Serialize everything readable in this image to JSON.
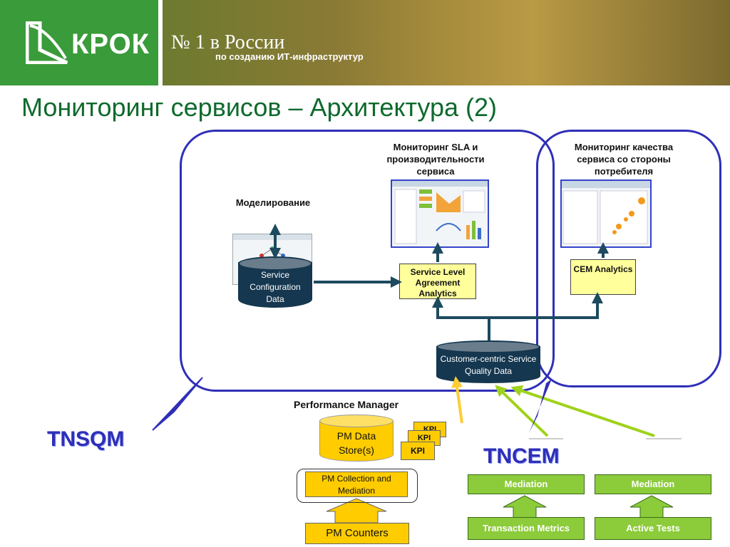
{
  "header": {
    "logo_text": "КРОК",
    "rank_line": "№ 1 в России",
    "rank_subline": "по созданию ИТ-инфраструктур"
  },
  "slide": {
    "title": "Мониторинг сервисов – Архитектура (2)"
  },
  "diagram": {
    "modeling_label": "Моделирование",
    "sla_monitoring_label": "Мониторинг SLA и производительности сервиса",
    "cem_monitoring_label": "Мониторинг качества сервиса со стороны потребителя",
    "service_config_data": "Service Configuration Data",
    "sla_analytics": "Service Level Agreement Analytics",
    "cem_analytics": "CEM Analytics",
    "customer_centric_data": "Customer-centric Service Quality Data",
    "performance_manager_label": "Performance Manager",
    "pm_data_store": "PM Data Store(s)",
    "kpi_labels": [
      "KPI",
      "KPI",
      "KPI"
    ],
    "pm_collection": "PM Collection and Mediation",
    "pm_counters": "PM Counters",
    "tnsqm_label": "TNSQM",
    "tncem_label": "TNCEM",
    "mediation_left": "Mediation",
    "mediation_right": "Mediation",
    "transaction_metrics": "Transaction Metrics",
    "active_tests": "Active Tests"
  },
  "colors": {
    "brand_green": "#3a9b3a",
    "title_green": "#0e6a2c",
    "frame_blue": "#2f2fb8",
    "db_dark": "#15374f",
    "sla_yellow": "#ffff9c",
    "pm_orange": "#ffcc00",
    "mediation_green": "#8ccb3a"
  }
}
